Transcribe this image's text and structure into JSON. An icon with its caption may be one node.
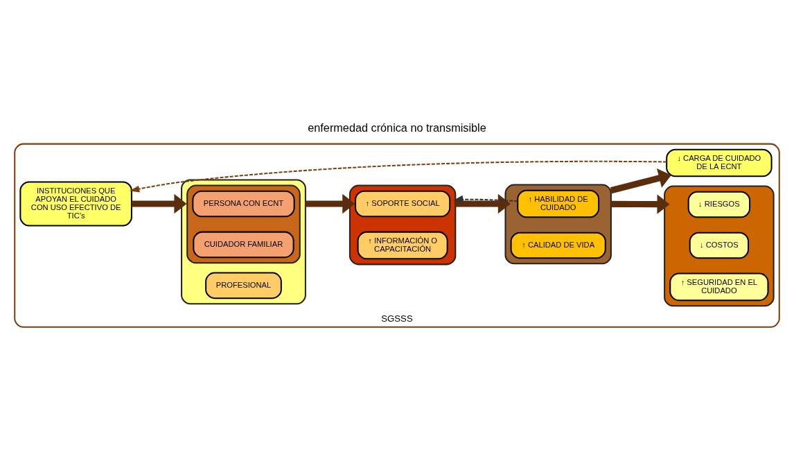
{
  "diagram": {
    "title": "enfermedad crónica no transmisible",
    "nodes": [
      {
        "text": [
          "SGSSS"
        ]
      },
      {
        "text": [
          "INSTITUCIONES QUE APOYAN EL CUIDADO CON USO EFECTIVO DE TIC’s"
        ],
        "in": 0
      },
      {
        "text": [],
        "shape": "box",
        "in": 0
      },
      {
        "text": [],
        "shape": "box",
        "in": 2
      },
      {
        "text": [
          "PERSONA CON ECNT"
        ],
        "in": 3
      },
      {
        "text": [
          "CUIDADOR FAMILIAR"
        ],
        "in": 3
      },
      {
        "text": [
          "PROFESIONAL"
        ],
        "in": 2
      },
      {
        "text": [],
        "shape": "box",
        "in": 0
      },
      {
        "text": [
          "↑ SOPORTE SOCIAL"
        ],
        "in": 7
      },
      {
        "text": [
          "↑ INFORMACIÓN O CAPACITACIÓN"
        ],
        "in": 7
      },
      {
        "text": [],
        "shape": "box",
        "in": 0
      },
      {
        "text": [
          "↑ HABILIDAD DE CUIDADO"
        ],
        "in": 10
      },
      {
        "text": [
          "↑ CALIDAD DE VIDA"
        ],
        "in": 10
      },
      {
        "text": [],
        "shape": "box",
        "in": 0
      },
      {
        "text": [
          "↓ RIESGOS"
        ],
        "in": 13
      },
      {
        "text": [
          "↓ COSTOS"
        ],
        "in": 13
      },
      {
        "text": [
          "↑ SEGURIDAD EN EL CUIDADO"
        ],
        "in": 13
      },
      {
        "text": [
          "↓ CARGA DE CUIDADO DE LA ECNT"
        ],
        "in": 0
      }
    ],
    "edges": [
      {
        "from": 1,
        "to": 2,
        "arrow": "to"
      },
      {
        "from": 2,
        "to": 7,
        "arrow": "to"
      },
      {
        "from": 7,
        "to": 10,
        "arrow": "to"
      },
      {
        "from": 10,
        "to": 13,
        "arrow": "to"
      },
      {
        "from": 10,
        "to": 17,
        "arrow": "to"
      },
      {
        "from": 17,
        "to": 1,
        "arrow": "to",
        "style": "dashed",
        "color": "#7b3f10"
      },
      {
        "from": 11,
        "to": 7,
        "arrow": "to",
        "style": "dashed",
        "color": "#333333"
      }
    ]
  }
}
